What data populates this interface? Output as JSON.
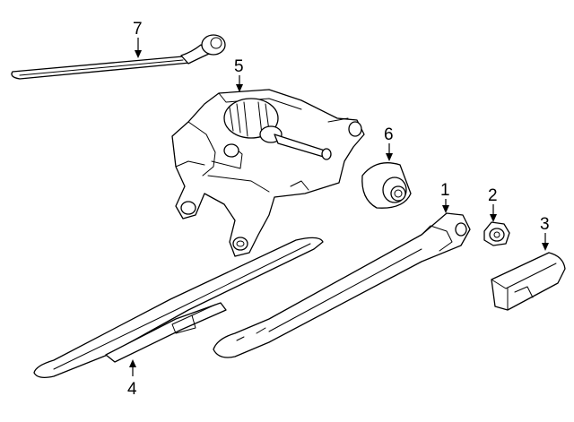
{
  "callouts": [
    {
      "id": "c1",
      "label": "1"
    },
    {
      "id": "c2",
      "label": "2"
    },
    {
      "id": "c3",
      "label": "3"
    },
    {
      "id": "c4",
      "label": "4"
    },
    {
      "id": "c5",
      "label": "5"
    },
    {
      "id": "c6",
      "label": "6"
    },
    {
      "id": "c7",
      "label": "7"
    }
  ]
}
